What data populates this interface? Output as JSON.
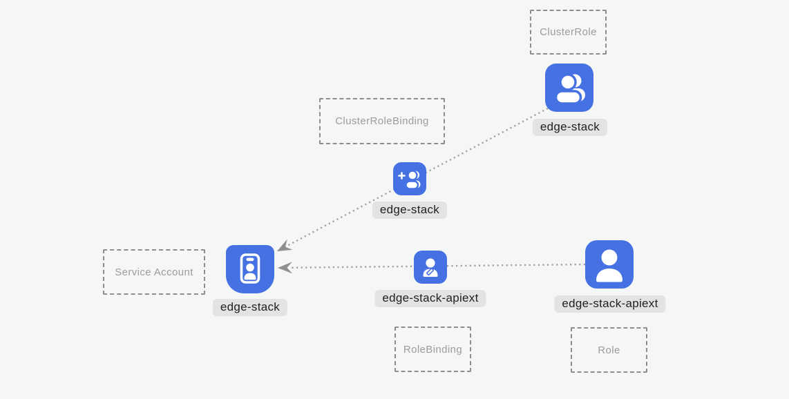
{
  "colors": {
    "background": "#f5f6f6",
    "node_blue": "#4571e3",
    "glyph_white": "#ffffff",
    "label_background": "#e3e3e4",
    "label_text": "#1f1f1f",
    "kind_box_border": "#8d8d8d",
    "kind_box_text": "#9c9c9c",
    "edge_line": "#a0a0a0",
    "arrowhead": "#8f8f8f"
  },
  "kind_boxes": [
    {
      "label": "ClusterRole"
    },
    {
      "label": "ClusterRoleBinding"
    },
    {
      "label": "Service Account"
    },
    {
      "label": "RoleBinding"
    },
    {
      "label": "Role"
    }
  ],
  "nodes": [
    {
      "kind": "ClusterRole",
      "label": "edge-stack",
      "icon": "users-icon"
    },
    {
      "kind": "ClusterRoleBinding",
      "label": "edge-stack",
      "icon": "user-plus-icon"
    },
    {
      "kind": "ServiceAccount",
      "label": "edge-stack",
      "icon": "id-badge-icon"
    },
    {
      "kind": "RoleBinding",
      "label": "edge-stack-apiext",
      "icon": "user-edit-icon"
    },
    {
      "kind": "Role",
      "label": "edge-stack-apiext",
      "icon": "user-icon"
    }
  ],
  "edges": [
    {
      "from": "ClusterRole/edge-stack",
      "via": "ClusterRoleBinding/edge-stack",
      "to": "ServiceAccount/edge-stack",
      "style": "dotted-arrow"
    },
    {
      "from": "Role/edge-stack-apiext",
      "via": "RoleBinding/edge-stack-apiext",
      "to": "ServiceAccount/edge-stack",
      "style": "dotted-arrow"
    }
  ]
}
